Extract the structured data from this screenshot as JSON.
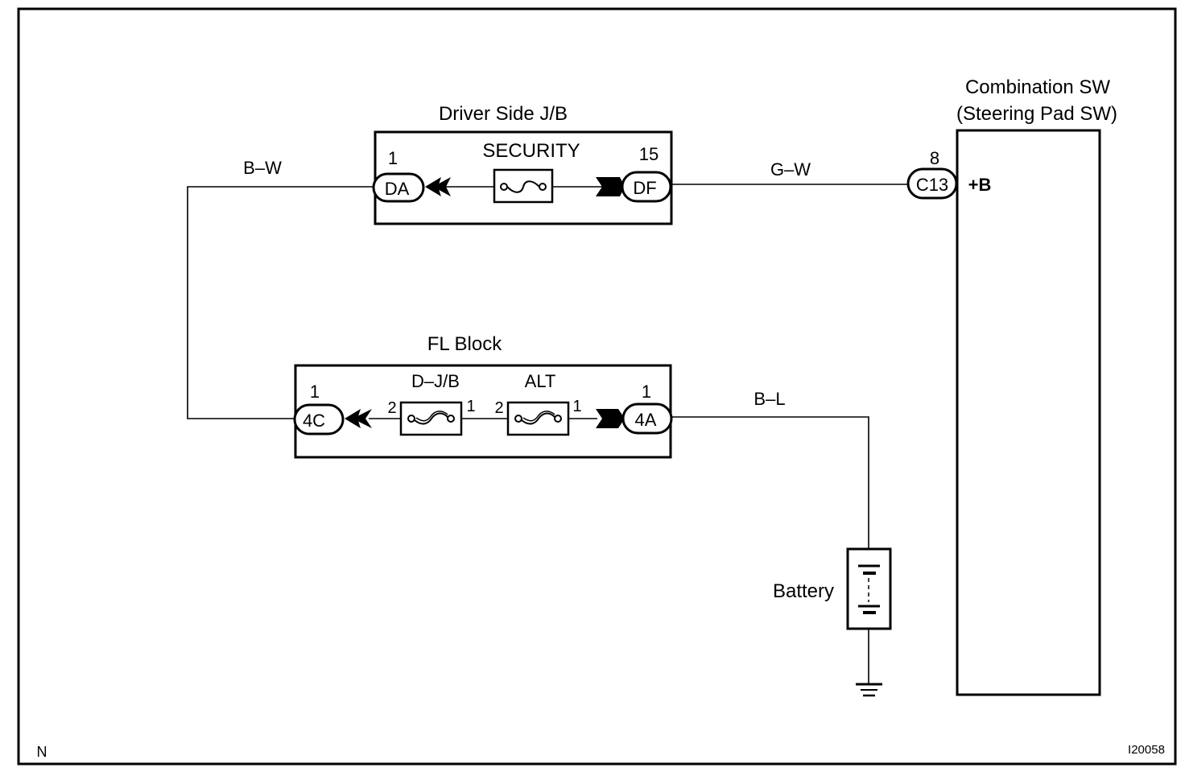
{
  "diagram": {
    "corner_label": "N",
    "figure_id": "I20058",
    "colors": {
      "line": "#000000",
      "background": "#ffffff"
    },
    "driver_jb": {
      "title": "Driver Side J/B",
      "fuse_label": "SECURITY",
      "left_connector": {
        "id": "DA",
        "pin": "1"
      },
      "right_connector": {
        "id": "DF",
        "pin": "15"
      }
    },
    "fl_block": {
      "title": "FL Block",
      "left_connector": {
        "id": "4C",
        "pin": "1"
      },
      "right_connector": {
        "id": "4A",
        "pin": "1"
      },
      "fuses": [
        {
          "label": "D–J/B",
          "pin_left": "2",
          "pin_right": "1"
        },
        {
          "label": "ALT",
          "pin_left": "2",
          "pin_right": "1"
        }
      ]
    },
    "combination_sw": {
      "title_line1": "Combination SW",
      "title_line2": "(Steering Pad SW)",
      "connector": {
        "id": "C13",
        "pin": "8"
      },
      "terminal": "+B"
    },
    "battery": {
      "label": "Battery"
    },
    "wires": {
      "bw": "B–W",
      "gw": "G–W",
      "bl": "B–L"
    }
  }
}
